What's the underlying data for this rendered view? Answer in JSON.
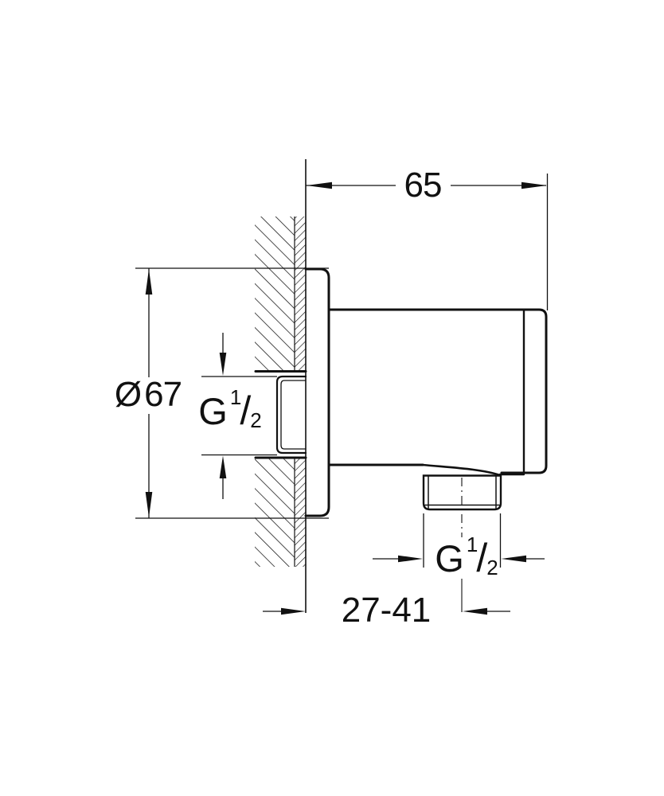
{
  "drawing": {
    "colors": {
      "line": "#111111",
      "background": "#ffffff"
    },
    "dimensions": {
      "width_from_wall": {
        "value": "65"
      },
      "escutcheon_diameter": {
        "symbol": "Ø",
        "value": "67"
      },
      "inlet_thread": {
        "letter": "G",
        "numerator": "1",
        "slash": "/",
        "denominator": "2"
      },
      "outlet_thread": {
        "letter": "G",
        "numerator": "1",
        "slash": "/",
        "denominator": "2"
      },
      "concealed_depth_range": {
        "value": "27-41"
      }
    }
  }
}
